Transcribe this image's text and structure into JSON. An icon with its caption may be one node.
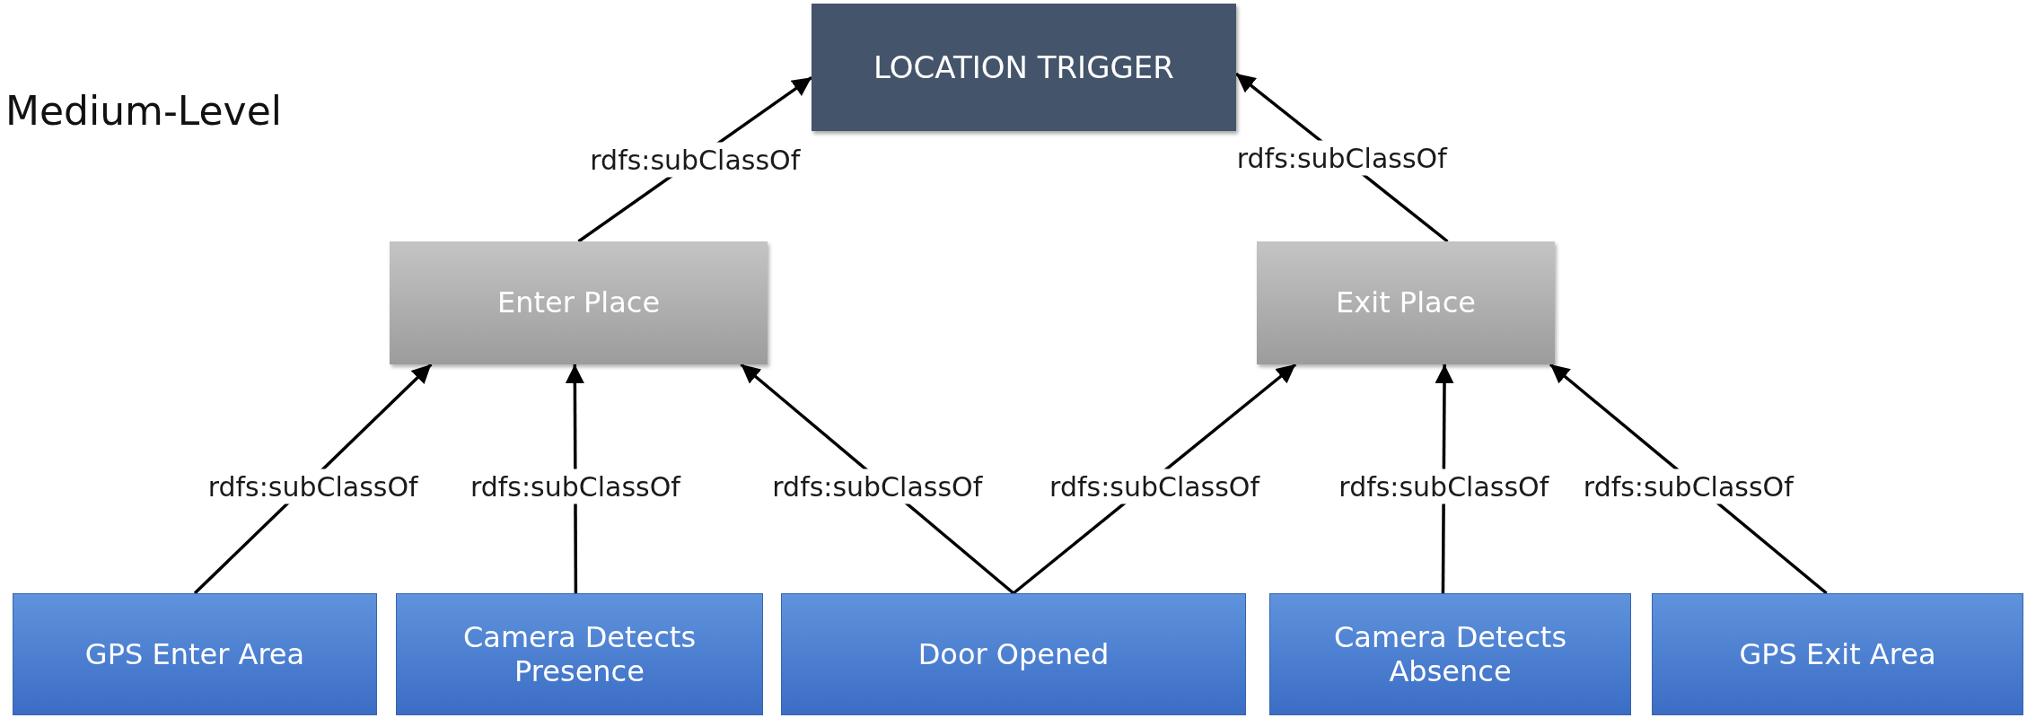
{
  "diagram": {
    "nodes": [
      {
        "text": [
          "LOCATION TRIGGER"
        ]
      },
      {
        "text": [
          "Enter Place"
        ]
      },
      {
        "text": [
          "Exit Place"
        ]
      },
      {
        "text": [
          "GPS Enter Area"
        ]
      },
      {
        "text": [
          "Camera Detects Presence"
        ]
      },
      {
        "text": [
          "Door Opened"
        ]
      },
      {
        "text": [
          "Camera Detects Absence"
        ]
      },
      {
        "text": [
          "GPS Exit Area"
        ]
      }
    ],
    "edges": [
      {
        "from": 1,
        "to": 0,
        "arrow": "to",
        "label": "rdfs:subClassOf"
      },
      {
        "from": 2,
        "to": 0,
        "arrow": "to",
        "label": "rdfs:subClassOf"
      },
      {
        "from": 3,
        "to": 1,
        "arrow": "to",
        "label": "rdfs:subClassOf"
      },
      {
        "from": 4,
        "to": 1,
        "arrow": "to",
        "label": "rdfs:subClassOf"
      },
      {
        "from": 5,
        "to": 1,
        "arrow": "to",
        "label": "rdfs:subClassOf"
      },
      {
        "from": 5,
        "to": 2,
        "arrow": "to",
        "label": "rdfs:subClassOf"
      },
      {
        "from": 6,
        "to": 2,
        "arrow": "to",
        "label": "rdfs:subClassOf"
      },
      {
        "from": 7,
        "to": 2,
        "arrow": "to",
        "label": "rdfs:subClassOf"
      }
    ],
    "labels": [
      "Medium-Level"
    ]
  }
}
